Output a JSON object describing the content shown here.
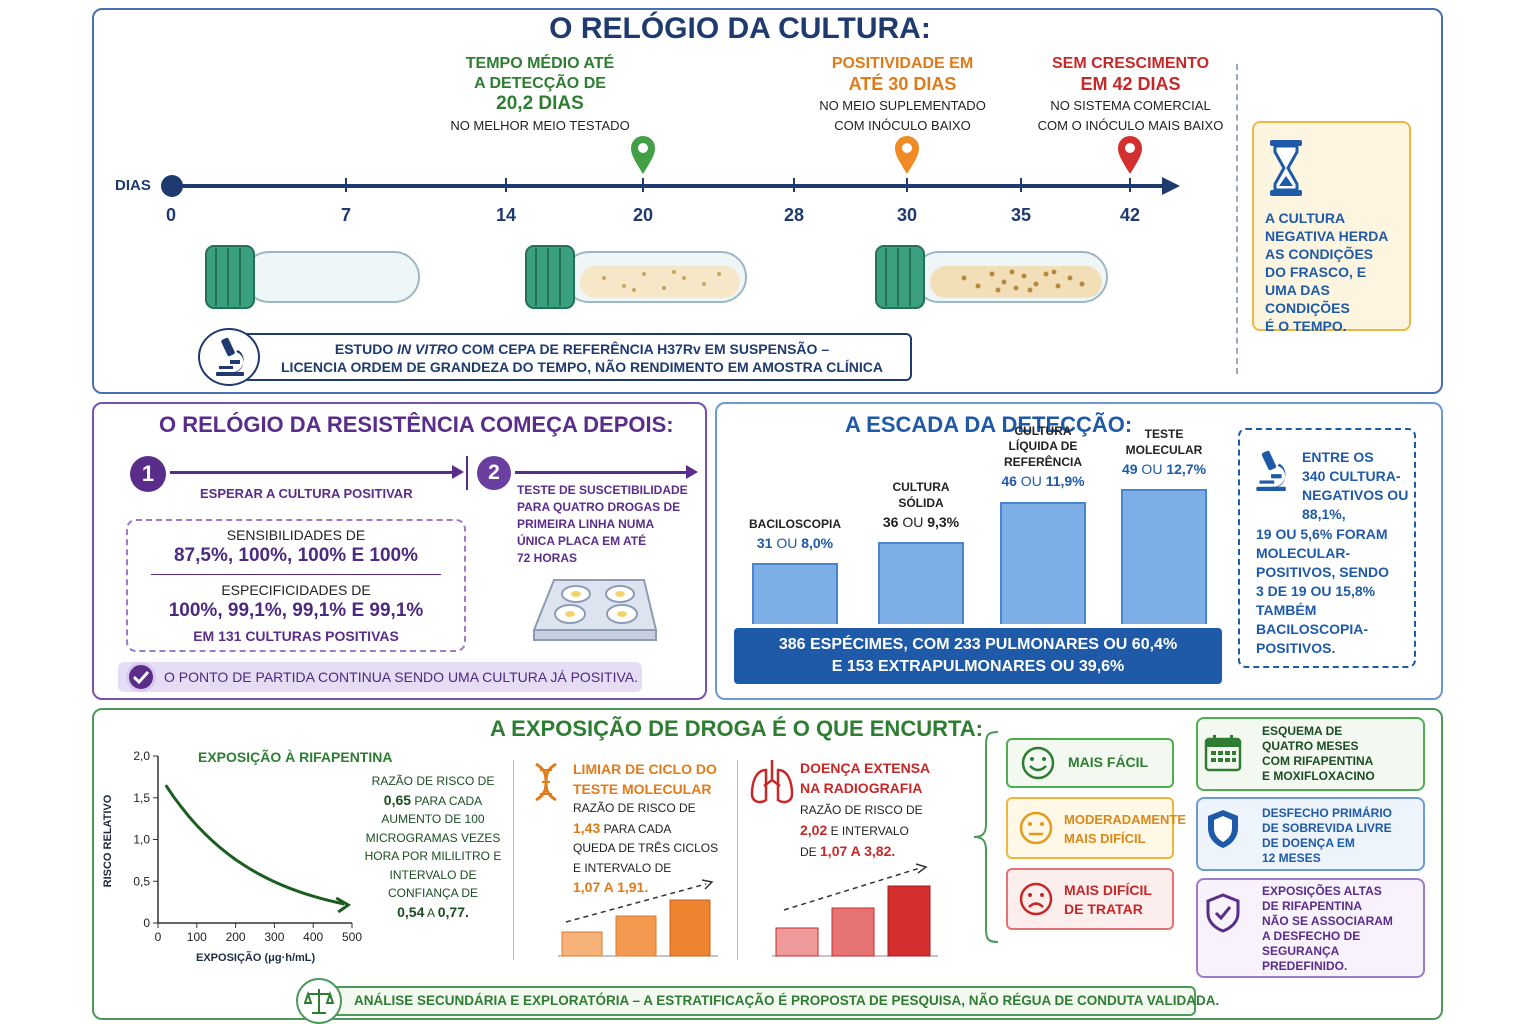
{
  "p1": {
    "title": "O RELÓGIO DA CULTURA:",
    "days_label": "DIAS",
    "ticks": [
      "0",
      "7",
      "14",
      "20",
      "28",
      "30",
      "35",
      "42"
    ],
    "m1": {
      "l1": "TEMPO MÉDIO ATÉ",
      "l2": "A DETECÇÃO DE",
      "l3": "20,2 DIAS",
      "l4": "NO MELHOR MEIO TESTADO"
    },
    "m2": {
      "l1": "POSITIVIDADE EM",
      "l2": "ATÉ 30 DIAS",
      "l3": "NO MEIO SUPLEMENTADO",
      "l4": "COM INÓCULO BAIXO"
    },
    "m3": {
      "l1": "SEM CRESCIMENTO",
      "l2": "EM 42 DIAS",
      "l3": "NO SISTEMA COMERCIAL",
      "l4": "COM O INÓCULO MAIS BAIXO"
    },
    "note": {
      "l1a": "ESTUDO ",
      "l1b": "IN VITRO",
      "l1c": " COM CEPA DE REFERÊNCIA H37Rv EM SUSPENSÃO –",
      "l2": "LICENCIA ORDEM DE GRANDEZA DO TEMPO, NÃO RENDIMENTO EM AMOSTRA CLÍNICA"
    },
    "side": {
      "l1": "A CULTURA",
      "l2": "NEGATIVA HERDA",
      "l3": "AS CONDIÇÕES",
      "l4": "DO FRASCO, E",
      "l5": "UMA DAS CONDIÇÕES",
      "l6": "É O TEMPO."
    }
  },
  "p2": {
    "title": "O RELÓGIO DA RESISTÊNCIA COMEÇA DEPOIS:",
    "step1_num": "1",
    "step1": "ESPERAR A CULTURA POSITIVAR",
    "step2_num": "2",
    "step2": [
      "TESTE DE SUSCETIBILIDADE",
      "PARA QUATRO DROGAS DE",
      "PRIMEIRA LINHA NUMA",
      "ÚNICA PLACA EM ATÉ",
      "72 HORAS"
    ],
    "sens_label": "SENSIBILIDADES DE",
    "sens": "87,5%, 100%, 100% E 100%",
    "spec_label": "ESPECIFICIDADES DE",
    "spec": "100%, 99,1%, 99,1% E 99,1%",
    "cultures": "EM 131 CULTURAS POSITIVAS",
    "footer": "O PONTO DE PARTIDA CONTINUA SENDO UMA CULTURA JÁ POSITIVA."
  },
  "p3": {
    "title": "A ESCADA DA DETECÇÃO:",
    "bars": [
      {
        "label": [
          "BACILOSCOPIA"
        ],
        "n": "31",
        "ou": "OU",
        "pct": "8,0%",
        "value": 8.0
      },
      {
        "label": [
          "CULTURA",
          "SÓLIDA"
        ],
        "n": "36",
        "ou": "OU",
        "pct": "9,3%",
        "value": 9.3
      },
      {
        "label": [
          "CULTURA",
          "LÍQUIDA DE",
          "REFERÊNCIA"
        ],
        "n": "46",
        "ou": "OU",
        "pct": "11,9%",
        "value": 11.9
      },
      {
        "label": [
          "TESTE",
          "MOLECULAR"
        ],
        "n": "49",
        "ou": "OU",
        "pct": "12,7%",
        "value": 12.7
      }
    ],
    "base": {
      "l1": "386 ESPÉCIMES, COM 233 PULMONARES OU 60,4%",
      "l2": "E 153 EXTRAPULMONARES OU 39,6%"
    },
    "side": [
      "ENTRE OS",
      "340 CULTURA-",
      "NEGATIVOS OU",
      "88,1%,",
      "19 OU 5,6% FORAM",
      "MOLECULAR-",
      "POSITIVOS, SENDO",
      "3 DE 19 OU 15,8%",
      "TAMBÉM",
      "BACILOSCOPIA-",
      "POSITIVOS."
    ]
  },
  "p4": {
    "title": "A EXPOSIÇÃO DE DROGA É O QUE ENCURTA:",
    "chart_title": "EXPOSIÇÃO À RIFAPENTINA",
    "ylabel": "RISCO RELATIVO",
    "xlabel": "EXPOSIÇÃO (μg·h/mL)",
    "yticks": [
      "2,0",
      "1,5",
      "1,0",
      "0,5",
      "0"
    ],
    "xticks": [
      "0",
      "100",
      "200",
      "300",
      "400",
      "500"
    ],
    "hr1": [
      "RAZÃO DE RISCO DE",
      "0,65",
      "PARA CADA",
      "AUMENTO DE 100",
      "MICROGRAMAS VEZES",
      "HORA POR MILILITRO E",
      "INTERVALO DE",
      "CONFIANÇA DE",
      "0,54",
      "A",
      "0,77."
    ],
    "c2": {
      "t1": "LIMIAR DE CICLO DO",
      "t2": "TESTE MOLECULAR",
      "l1": "RAZÃO DE RISCO DE",
      "v1": "1,43",
      "l2": "PARA CADA",
      "l3": "QUEDA DE TRÊS CICLOS",
      "l4": "E INTERVALO DE",
      "v2": "1,07 A 1,91."
    },
    "c3": {
      "t1": "DOENÇA EXTENSA",
      "t2": "NA RADIOGRAFIA",
      "l1": "RAZÃO DE RISCO DE",
      "v1": "2,02",
      "l2": "E INTERVALO",
      "l3": "DE",
      "v2": "1,07 A 3,82."
    },
    "faces": [
      {
        "t1": "MAIS FÁCIL",
        "t2": ""
      },
      {
        "t1": "MODERADAMENTE",
        "t2": "MAIS DIFÍCIL"
      },
      {
        "t1": "MAIS DIFÍCIL",
        "t2": "DE TRATAR"
      }
    ],
    "cards": [
      [
        "ESQUEMA DE",
        "QUATRO MESES",
        "COM RIFAPENTINA",
        "E MOXIFLOXACINO"
      ],
      [
        "DESFECHO PRIMÁRIO",
        "DE SOBREVIDA LIVRE",
        "DE DOENÇA EM",
        "12 MESES"
      ],
      [
        "EXPOSIÇÕES ALTAS",
        "DE RIFAPENTINA",
        "NÃO SE ASSOCIARAM",
        "A DESFECHO DE",
        "SEGURANÇA",
        "PREDEFINIDO."
      ]
    ],
    "footer": "ANÁLISE SECUNDÁRIA E EXPLORATÓRIA – A ESTRATIFICAÇÃO É PROPOSTA DE PESQUISA, NÃO RÉGUA DE CONDUTA VALIDADA."
  },
  "colors": {
    "navy": "#1f3a6e",
    "green": "#2e7d32",
    "orange": "#e07b1a",
    "red": "#c62828",
    "purple": "#5b2d8a",
    "blue": "#1e5aa8",
    "gold": "#e9b949"
  }
}
